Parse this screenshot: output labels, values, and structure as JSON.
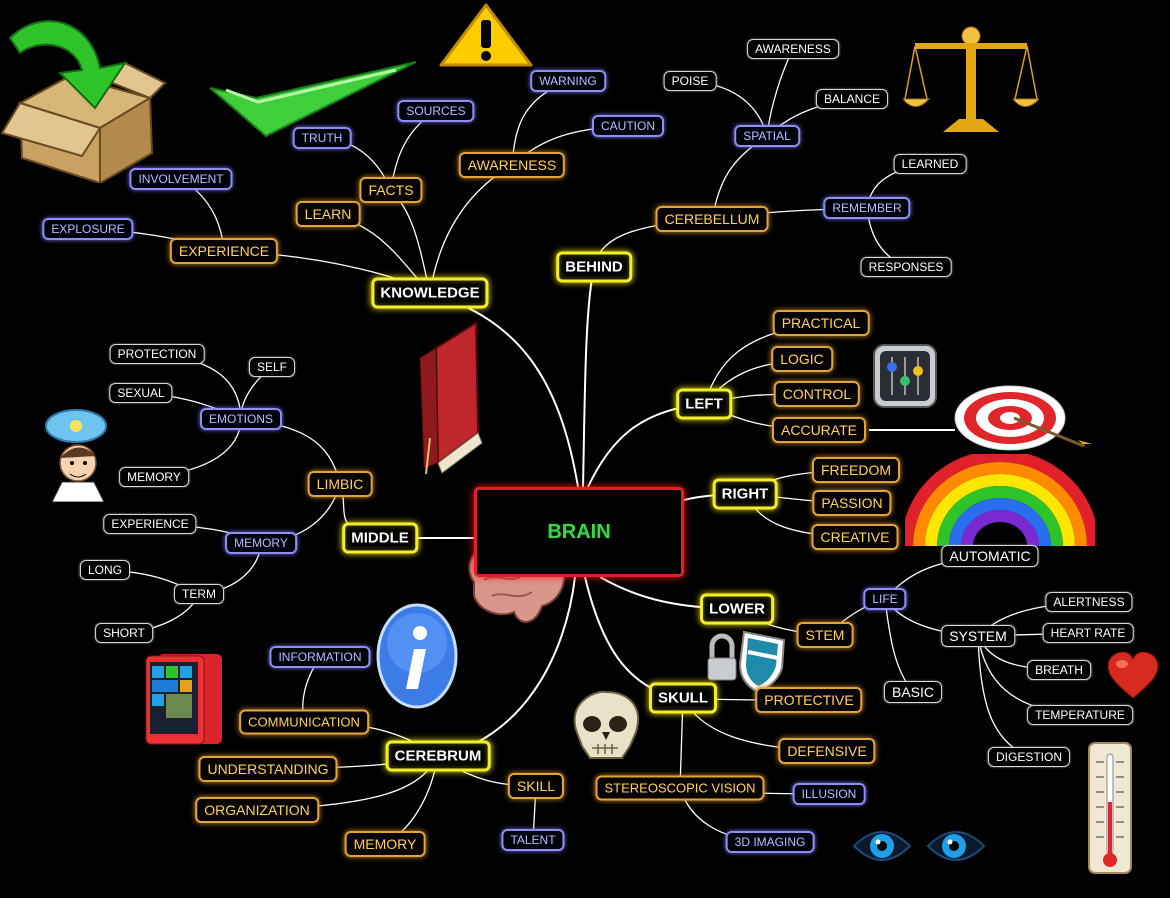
{
  "root": {
    "label": "BRAIN",
    "color": "#3ed44a"
  },
  "colors": {
    "level1_border": "#f2ef2a",
    "level2_border": "#e0a53a",
    "level3_blue": "#8d8df2",
    "root_border": "#e0202a",
    "background": "#000000"
  },
  "nodes": {
    "knowledge": "KNOWLEDGE",
    "experience": "EXPERIENCE",
    "involvement": "INVOLVEMENT",
    "explosure": "EXPLOSURE",
    "learn": "LEARN",
    "facts": "FACTS",
    "truth": "TRUTH",
    "sources": "SOURCES",
    "awareness": "AWARENESS",
    "warning": "WARNING",
    "caution": "CAUTION",
    "behind": "BEHIND",
    "cerebellum": "CEREBELLUM",
    "spatial": "SPATIAL",
    "poise": "POISE",
    "spatial_awareness": "AWARENESS",
    "balance": "BALANCE",
    "remember": "REMEMBER",
    "learned": "LEARNED",
    "responses": "RESPONSES",
    "left": "LEFT",
    "practical": "PRACTICAL",
    "logic": "LOGIC",
    "control": "CONTROL",
    "accurate": "ACCURATE",
    "right": "RIGHT",
    "freedom": "FREEDOM",
    "passion": "PASSION",
    "creative": "CREATIVE",
    "middle": "MIDDLE",
    "limbic": "LIMBIC",
    "emotions": "EMOTIONS",
    "protection": "PROTECTION",
    "self": "SELF",
    "sexual": "SEXUAL",
    "emotion_memory": "MEMORY",
    "limbic_memory": "MEMORY",
    "limbic_experience": "EXPERIENCE",
    "term": "TERM",
    "long": "LONG",
    "short": "SHORT",
    "lower": "LOWER",
    "stem": "STEM",
    "life": "LIFE",
    "automatic": "AUTOMATIC",
    "system": "SYSTEM",
    "basic": "BASIC",
    "alertness": "ALERTNESS",
    "heart_rate": "HEART RATE",
    "breath": "BREATH",
    "temperature": "TEMPERATURE",
    "digestion": "DIGESTION",
    "skull": "SKULL",
    "protective": "PROTECTIVE",
    "defensive": "DEFENSIVE",
    "stereoscopic": "STEREOSCOPIC VISION",
    "illusion": "ILLUSION",
    "imaging": "3D  IMAGING",
    "cerebrum": "CEREBRUM",
    "communication": "COMMUNICATION",
    "information": "INFORMATION",
    "understanding": "UNDERSTANDING",
    "organization": "ORGANIZATION",
    "cerebrum_memory": "MEMORY",
    "skill": "SKILL",
    "talent": "TALENT"
  },
  "icons": [
    "box-arrow-icon",
    "checkmark-icon",
    "warning-icon",
    "scales-icon",
    "book-icon",
    "thinking-man-icon",
    "brain-icon",
    "mixer-icon",
    "target-icon",
    "rainbow-icon",
    "info-icon",
    "phone-icon",
    "shield-lock-icon",
    "skull-icon",
    "heart-icon",
    "eyes-icon",
    "thermometer-icon"
  ]
}
